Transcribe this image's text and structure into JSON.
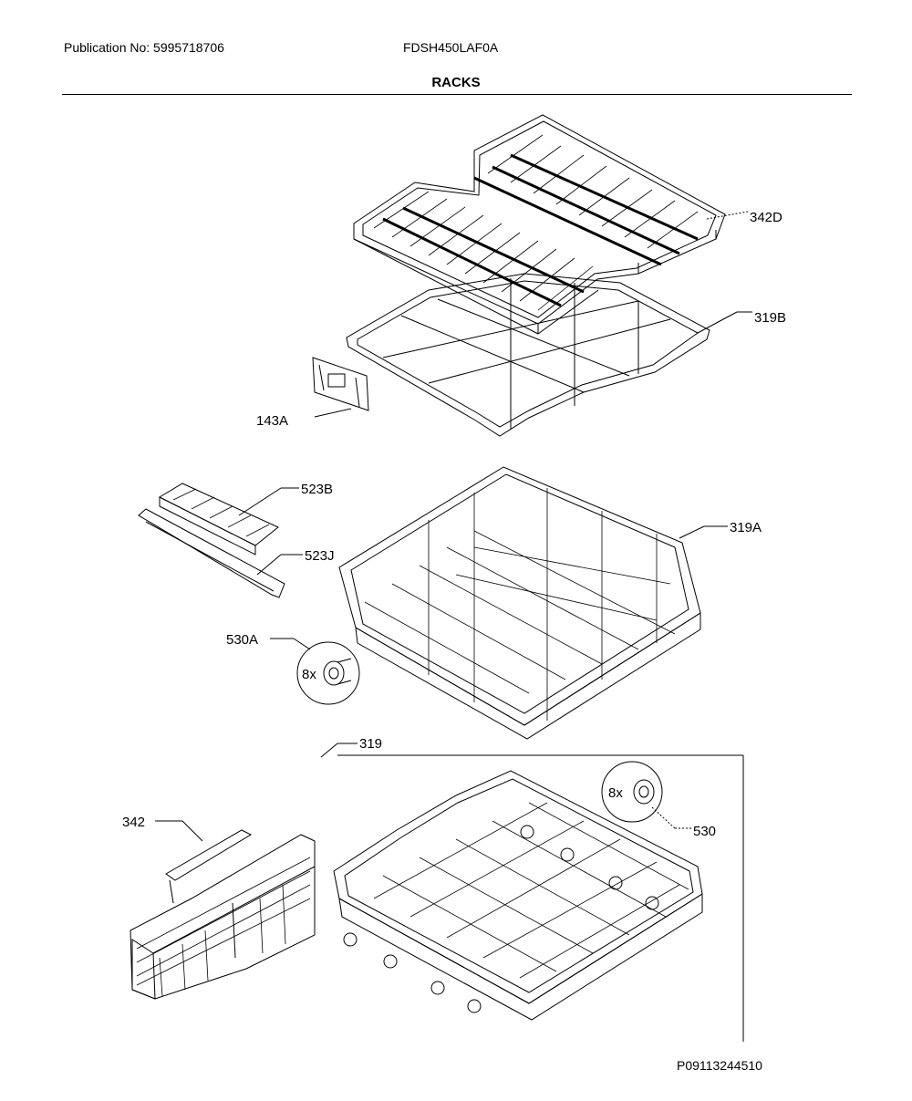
{
  "header": {
    "publication": "Publication No: 5995718706",
    "model": "FDSH450LAF0A",
    "title": "RACKS"
  },
  "callouts": [
    {
      "id": "342D",
      "text": "342D"
    },
    {
      "id": "319B",
      "text": "319B"
    },
    {
      "id": "143A",
      "text": "143A"
    },
    {
      "id": "523B",
      "text": "523B"
    },
    {
      "id": "523J",
      "text": "523J"
    },
    {
      "id": "319A",
      "text": "319A"
    },
    {
      "id": "530A",
      "text": "530A"
    },
    {
      "id": "530A-qty",
      "text": "8x"
    },
    {
      "id": "319",
      "text": "319"
    },
    {
      "id": "342",
      "text": "342"
    },
    {
      "id": "530",
      "text": "530"
    },
    {
      "id": "530-qty",
      "text": "8x"
    }
  ],
  "footer": {
    "code": "P09113244510"
  }
}
